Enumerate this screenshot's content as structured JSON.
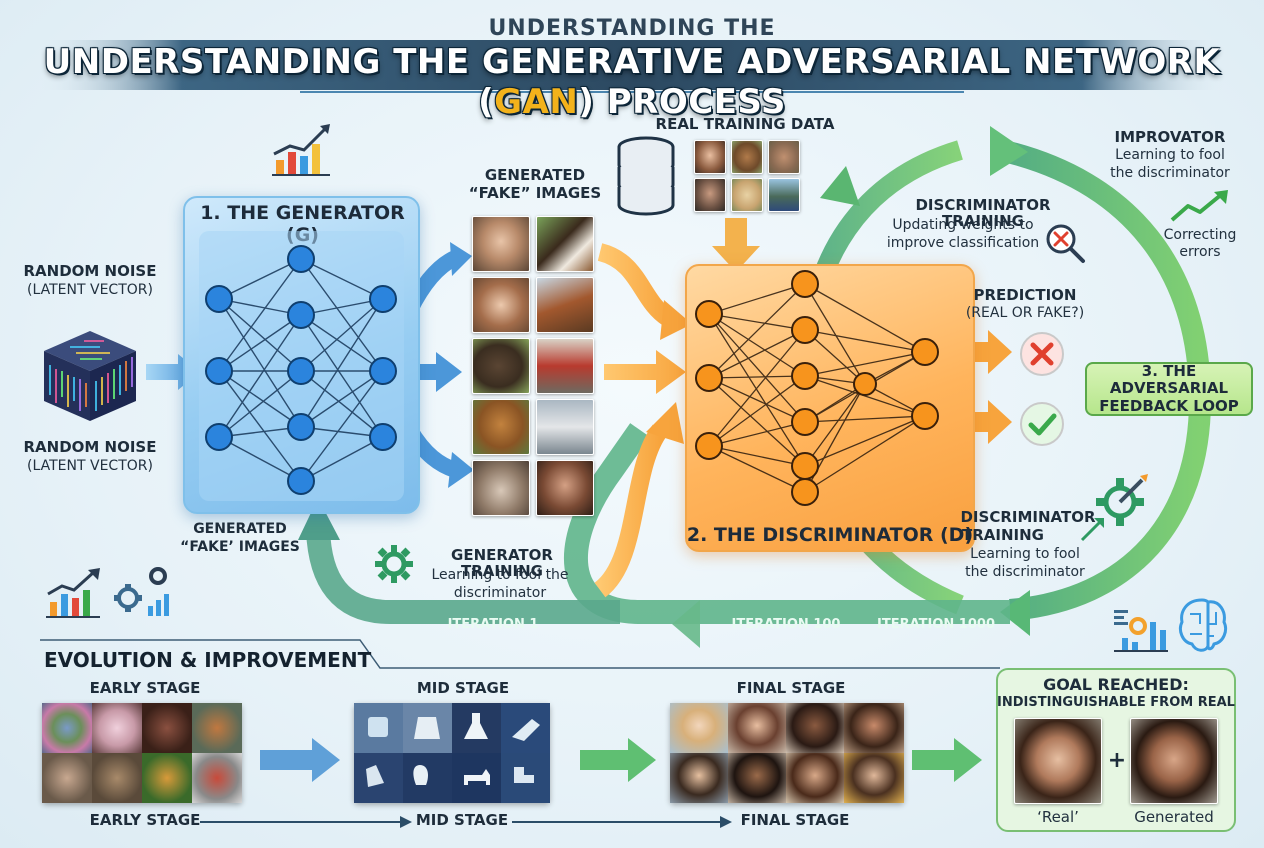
{
  "title": {
    "top": "UNDERSTANDING THE",
    "main_part1": "UNDERSTANDING THE GENERATIVE ADVERSARIAL NETWORK (",
    "main_gan": "GAN",
    "main_part2": ") PROCESS"
  },
  "noise": {
    "top_label": "RANDOM NOISE",
    "top_sub": "(LATENT VECTOR)",
    "bottom_label": "RANDOM NOISE",
    "bottom_sub": "(LATENT VECTOR)"
  },
  "generator": {
    "title": "1. THE GENERATOR (G)",
    "output_label_line1": "GENERATED",
    "output_label_line2": "“FAKE’ IMAGES"
  },
  "generated_images": {
    "label_line1": "GENERATED",
    "label_line2": "“FAKE” IMAGES"
  },
  "real_data": {
    "label": "REAL TRAINING DATA"
  },
  "discriminator": {
    "title": "2. THE DISCRIMINATOR (D)"
  },
  "disc_training_top": {
    "title": "DISCRIMINATOR TRAINING",
    "line1": "Updating weights to",
    "line2": "improve classification"
  },
  "prediction": {
    "title": "PREDICTION",
    "sub": "(REAL OR FAKE?)"
  },
  "improvator": {
    "title": "IMPROVATOR",
    "line1": "Learning to fool",
    "line2": "the discriminator"
  },
  "correcting": {
    "line1": "Correcting",
    "line2": "errors"
  },
  "loop": {
    "line1": "3. THE ADVERSARIAL",
    "line2": "FEEDBACK LOOP"
  },
  "disc_training_bottom": {
    "title1": "DISCRIMINATOR",
    "title2": "TRAINING",
    "line1": "Learning to fool",
    "line2": "the discriminator"
  },
  "generator_training": {
    "title": "GENERATOR TRAINING",
    "line1": "Learning to fool the",
    "line2": "discriminator"
  },
  "iterations": [
    "ITERATION 1",
    "ITERATION 100",
    "ITERATION 1000"
  ],
  "evolution": {
    "title": "EVOLUTION & IMPROVEMENT",
    "stages_top": [
      "EARLY STAGE",
      "MID STAGE",
      "FINAL STAGE"
    ],
    "stages_bottom": [
      "EARLY STAGE",
      "MID STAGE",
      "FINAL STAGE"
    ]
  },
  "goal": {
    "title": "GOAL REACHED:",
    "sub": "INDISTINGUISHABLE FROM REAL",
    "plus": "+",
    "real_label": "‘Real’",
    "gen_label": "Generated"
  },
  "colors": {
    "generator_blue": "#7dbceb",
    "discriminator_orange": "#f9a03f",
    "loop_green": "#5fbf72",
    "gan_gold": "#f3b21b",
    "title_bar": "#1c3d57"
  }
}
